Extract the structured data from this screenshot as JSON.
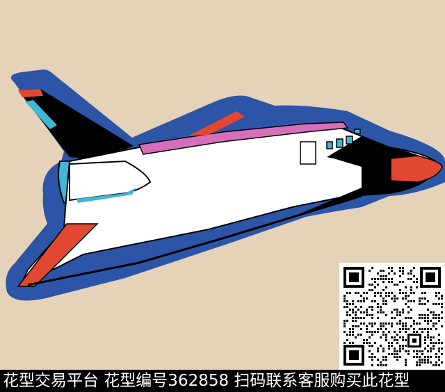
{
  "image": {
    "subject": "space shuttle illustration",
    "background_color": "#e4d2b9",
    "outline_color": "#2c55a8",
    "colors": {
      "body": "#ffffff",
      "black": "#000000",
      "red": "#e2482f",
      "cyan": "#3fb6d3",
      "pink": "#d56fbc"
    }
  },
  "watermark": {
    "text": "花型交易平台 花型编号362858 扫码联系客服购买此花型",
    "platform": "花型交易平台",
    "pattern_id_label": "花型编号",
    "pattern_id": "362858",
    "cta": "扫码联系客服购买此花型"
  },
  "qr": {
    "label": "qr-code"
  }
}
